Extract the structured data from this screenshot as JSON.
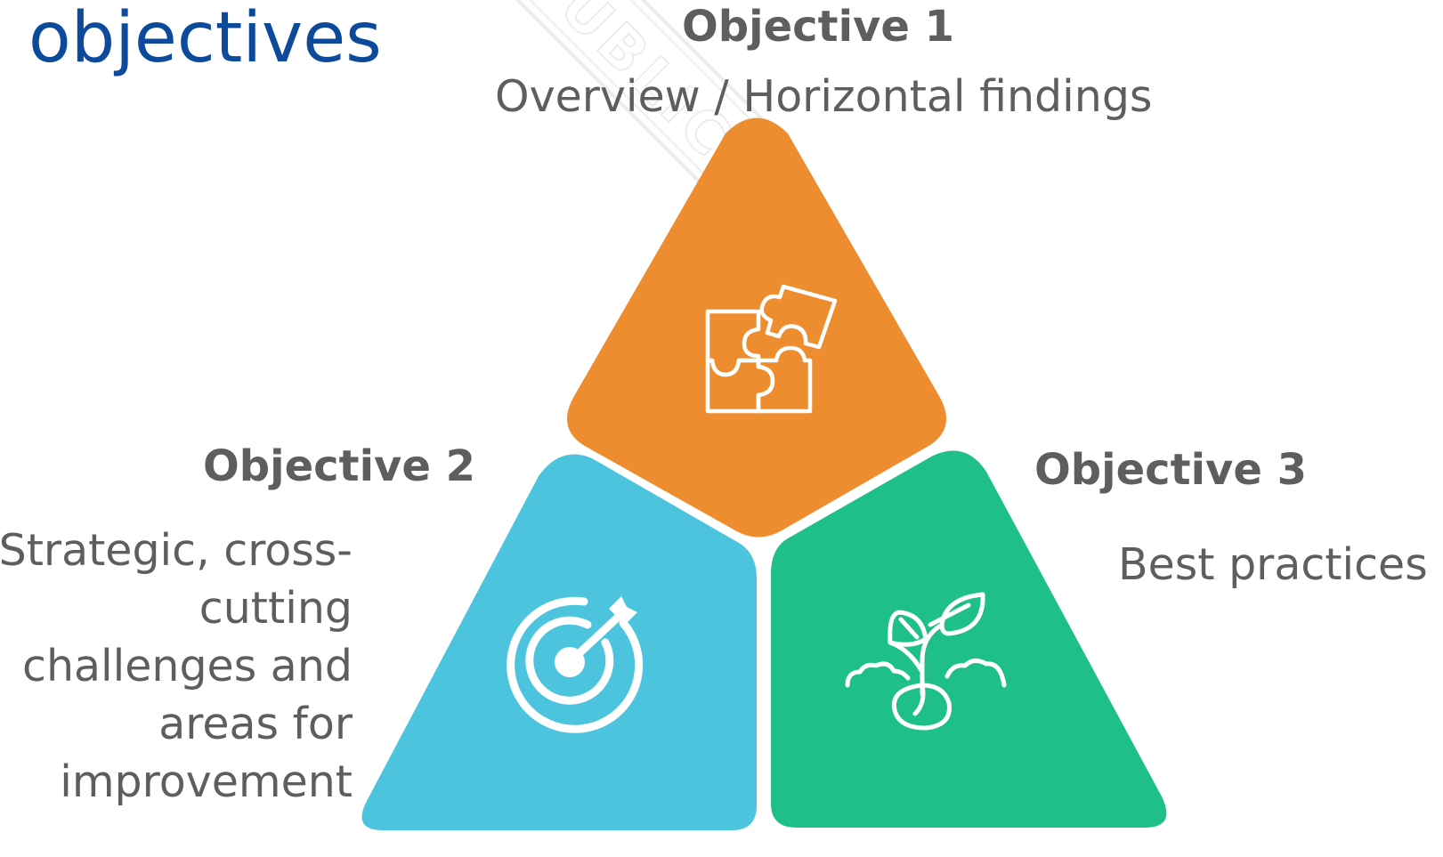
{
  "title": "objectives",
  "watermark": "PUBLIC",
  "colors": {
    "title": "#0d4a9c",
    "text": "#5e5e5e",
    "objective_1": "#ed8d30",
    "objective_2": "#4dc4de",
    "objective_3": "#1fc088"
  },
  "objectives": [
    {
      "heading": "Objective 1",
      "text": "Overview / Horizontal findings",
      "icon": "puzzle-icon"
    },
    {
      "heading": "Objective 2",
      "text_lines": [
        "Strategic, cross-",
        "cutting",
        "challenges and",
        "areas for",
        "improvement"
      ],
      "icon": "target-arrow-icon"
    },
    {
      "heading": "Objective 3",
      "text": "Best practices",
      "icon": "seedling-icon"
    }
  ]
}
